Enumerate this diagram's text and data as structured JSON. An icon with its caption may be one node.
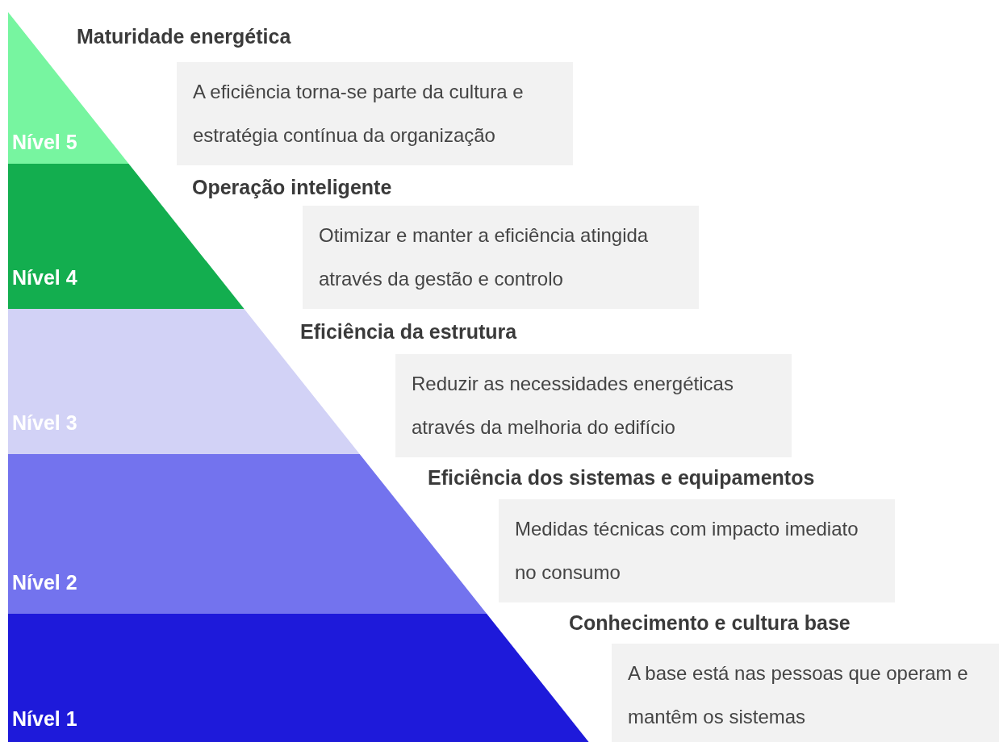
{
  "diagram": {
    "nodes": [
      {
        "text": [
          "Nível 5"
        ]
      },
      {
        "text": [
          "Maturidade energética",
          "A eficiência torna-se parte da cultura e estratégia contínua da organização"
        ]
      },
      {
        "text": [
          "Nível 4"
        ]
      },
      {
        "text": [
          "Operação inteligente",
          "Otimizar e manter a eficiência atingida através da gestão e controlo"
        ]
      },
      {
        "text": [
          "Nível 3"
        ]
      },
      {
        "text": [
          "Eficiência da estrutura",
          "Reduzir as necessidades energéticas através da melhoria do edifício"
        ]
      },
      {
        "text": [
          "Nível 2"
        ]
      },
      {
        "text": [
          "Eficiência dos sistemas e equipamentos",
          "Medidas técnicas com impacto imediato no consumo"
        ]
      },
      {
        "text": [
          "Nível 1"
        ]
      },
      {
        "text": [
          "Conhecimento e cultura base",
          "A base está nas pessoas que operam e mantêm os sistemas"
        ]
      }
    ],
    "edges": []
  }
}
